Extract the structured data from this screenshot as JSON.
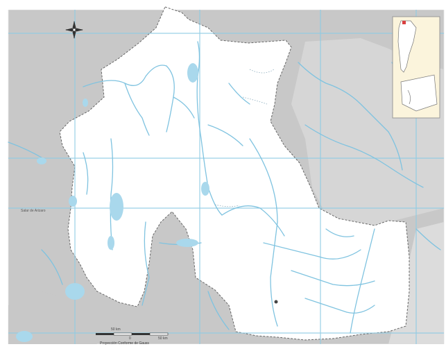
{
  "map": {
    "colors": {
      "background": "#ffffff",
      "outside_land": "#c8c8c8",
      "province_fill": "#ffffff",
      "water": "#a9d8ec",
      "graticule": "#8ecbe4",
      "border": "#555555"
    },
    "labels": {
      "water_body_left": "Salar de Arizaro",
      "scale_top": "50 km",
      "scale_zero": "0",
      "scale_right": "50 km",
      "projection": "Proyección Conforme de Gauss"
    },
    "icons": {
      "north_arrow": "compass-rose-icon",
      "locator": "argentina-locator-inset"
    }
  }
}
